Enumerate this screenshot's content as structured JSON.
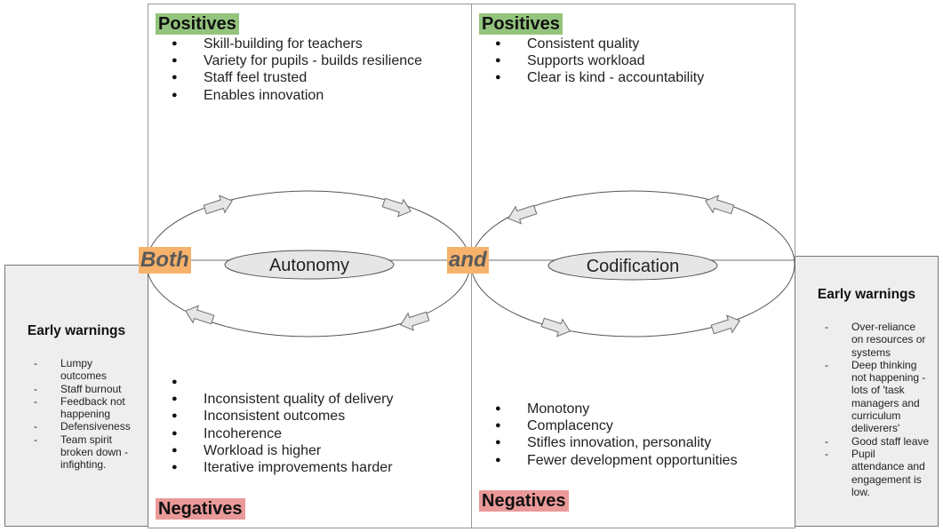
{
  "autonomy": {
    "positives_heading": "Positives",
    "positives": [
      "Skill-building for teachers",
      "Variety for pupils - builds resilience",
      "Staff feel trusted",
      "Enables innovation"
    ],
    "negatives_heading": "Negatives",
    "negatives": [
      "",
      "Inconsistent quality of delivery",
      "Inconsistent outcomes",
      "Incoherence",
      "Workload is higher",
      "Iterative improvements harder"
    ],
    "oval_label": "Autonomy"
  },
  "codification": {
    "positives_heading": "Positives",
    "positives": [
      "Consistent quality",
      "Supports workload",
      "Clear is kind - accountability"
    ],
    "negatives_heading": "Negatives",
    "negatives": [
      "Monotony",
      "Complacency",
      "Stifles innovation, personality",
      "Fewer development opportunities"
    ],
    "oval_label": "Codification"
  },
  "left_warnings": {
    "title": "Early warnings",
    "items": [
      "Lumpy outcomes",
      "Staff burnout",
      "Feedback not happening",
      "Defensiveness",
      "Team spirit broken down - infighting."
    ]
  },
  "right_warnings": {
    "title": "Early warnings",
    "items": [
      "Over-reliance on resources or systems",
      "Deep thinking not happening - lots of 'task managers and curriculum deliverers'",
      "Good staff leave",
      "Pupil attendance and engagement is low."
    ]
  },
  "tags": {
    "left": "Both",
    "middle": "and"
  },
  "colors": {
    "positive": "#93c47d",
    "negative": "#ea9999",
    "tag": "#f6b26b",
    "side_panel": "#eeeeee",
    "oval": "#e6e6e6"
  }
}
